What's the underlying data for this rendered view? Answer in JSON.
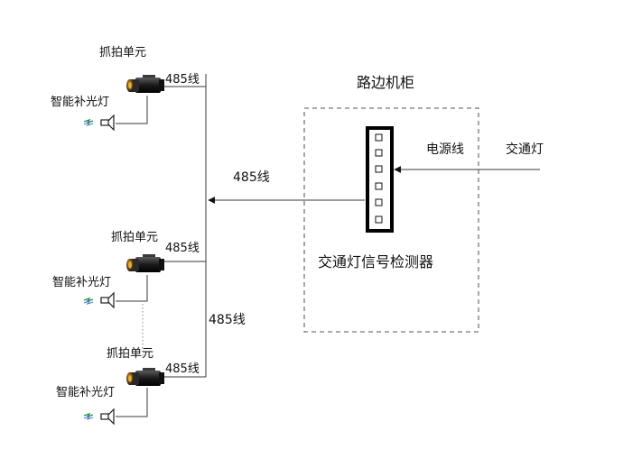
{
  "cabinet": {
    "title": "路边机柜",
    "detector_label": "交通灯信号检测器"
  },
  "power": {
    "line_label": "电源线",
    "traffic_light_label": "交通灯"
  },
  "bus": {
    "main_label": "485线",
    "trunk_label": "485线"
  },
  "units": [
    {
      "capture_label": "抓拍单元",
      "line_label": "485线",
      "light_label": "智能补光灯"
    },
    {
      "capture_label": "抓拍单元",
      "line_label": "485线",
      "light_label": "智能补光灯"
    },
    {
      "capture_label": "抓拍单元",
      "line_label": "485线",
      "light_label": "智能补光灯"
    }
  ]
}
